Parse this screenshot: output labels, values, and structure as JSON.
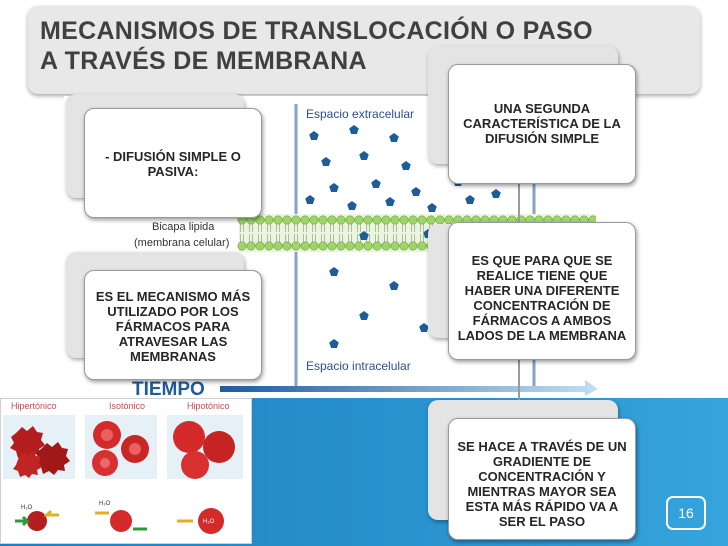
{
  "slide": {
    "title_line1": "MECANISMOS DE TRANSLOCACIÓN O PASO",
    "title_line2": "A TRAVÉS DE MEMBRANA",
    "page_number": "16"
  },
  "diagram": {
    "extracellular_label": "Espacio  extracelular",
    "intracellular_label": "Espacio  intracelular",
    "bilayer_label_1": "Bicapa lipida",
    "bilayer_label_2": "(membrana celular)",
    "time_label": "TIEMPO"
  },
  "left_cards": {
    "card1": "- DIFUSIÓN SIMPLE O PASIVA:",
    "card2": "ES EL MECANISMO MÁS UTILIZADO POR LOS FÁRMACOS PARA ATRAVESAR LAS MEMBRANAS"
  },
  "right_cards": {
    "card1": "UNA SEGUNDA CARACTERÍSTICA DE LA DIFUSIÓN SIMPLE",
    "card2": "ES QUE PARA QUE SE REALICE TIENE QUE HABER UNA DIFERENTE CONCENTRACIÓN DE FÁRMACOS A AMBOS LADOS DE LA MEMBRANA",
    "card3": "SE HACE A TRAVÉS DE UN GRADIENTE DE CONCENTRACIÓN Y MIENTRAS MAYOR SEA ESTA MÁS RÁPIDO VA A SER EL PASO"
  },
  "cells": {
    "hypertonic": "Hipertónico",
    "isotonic": "Isotónico",
    "hypotonic": "Hipotónico"
  },
  "colors": {
    "title_text": "#404040",
    "band_blue": "#2a93d0",
    "molecule_blue": "#1f5c9a",
    "lipid_green": "#9fd46a",
    "cell_red": "#d42a2a"
  }
}
